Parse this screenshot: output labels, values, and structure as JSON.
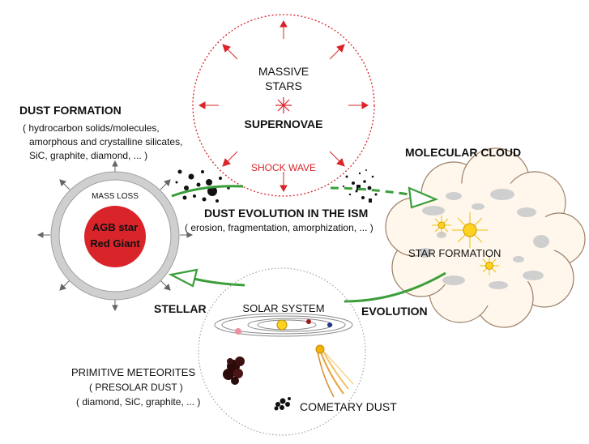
{
  "supernova": {
    "line1": "MASSIVE",
    "line2": "STARS",
    "title": "SUPERNOVAE",
    "shock": "SHOCK WAVE"
  },
  "dust_formation": {
    "title": "DUST FORMATION",
    "line1": "( hydrocarbon solids/molecules,",
    "line2": "amorphous and crystalline silicates,",
    "line3": "SiC, graphite, diamond, ... )"
  },
  "agb": {
    "mass_loss": "MASS LOSS",
    "line1": "AGB star",
    "line2": "Red Giant"
  },
  "ism": {
    "title": "DUST EVOLUTION IN THE ISM",
    "sub": "( erosion, fragmentation, amorphization, ... )"
  },
  "cloud": {
    "title": "MOLECULAR CLOUD",
    "star_formation": "STAR FORMATION"
  },
  "cycle": {
    "stellar": "STELLAR",
    "evolution": "EVOLUTION"
  },
  "solar_system": {
    "title": "SOLAR SYSTEM",
    "meteorites1": "PRIMITIVE METEORITES",
    "meteorites2": "( PRESOLAR DUST )",
    "meteorites3": "( diamond, SiC, graphite, ... )",
    "cometary": "COMETARY DUST"
  },
  "colors": {
    "arrow_green": "#3a9e3a",
    "supernova_red": "#d9242a",
    "star_red": "#d9242a",
    "shell_gray": "#cfcfcf",
    "cloud_fill": "#fff6ec",
    "sun_yellow": "#f2c200"
  }
}
